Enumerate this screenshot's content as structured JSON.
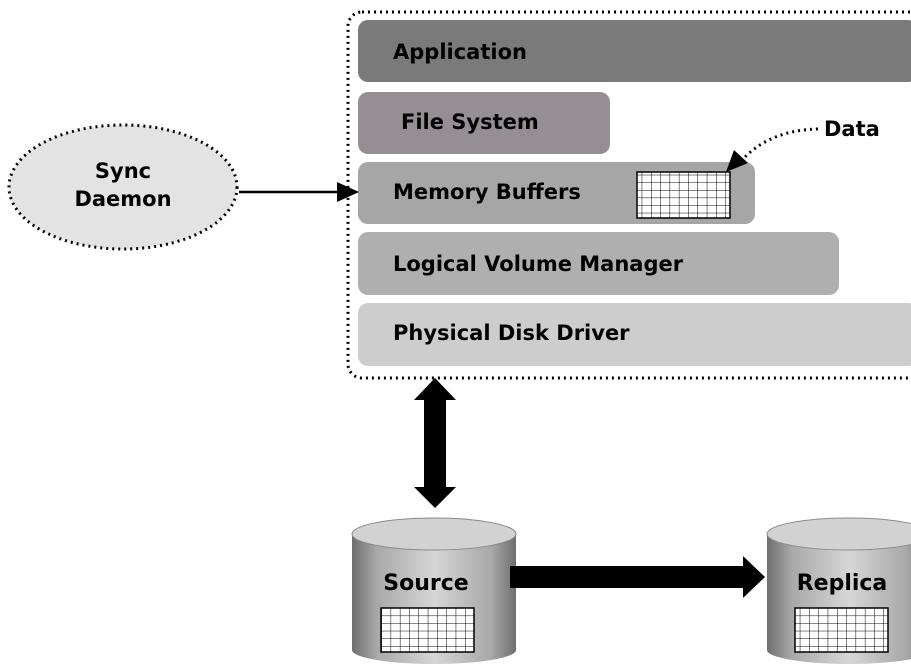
{
  "stack": {
    "layers": [
      {
        "label": "Application",
        "color": "#7a7a7a"
      },
      {
        "label": "File System",
        "color": "#958f94"
      },
      {
        "label": "Memory Buffers",
        "color": "#a6a6a6"
      },
      {
        "label": "Logical Volume Manager",
        "color": "#afafaf"
      },
      {
        "label": "Physical Disk Driver",
        "color": "#cdcdcd"
      }
    ]
  },
  "daemon": {
    "label_line1": "Sync",
    "label_line2": "Daemon",
    "fill": "#e3e3e3"
  },
  "data_callout": {
    "label": "Data"
  },
  "disks": {
    "source": {
      "label": "Source"
    },
    "replica": {
      "label": "Replica"
    }
  }
}
